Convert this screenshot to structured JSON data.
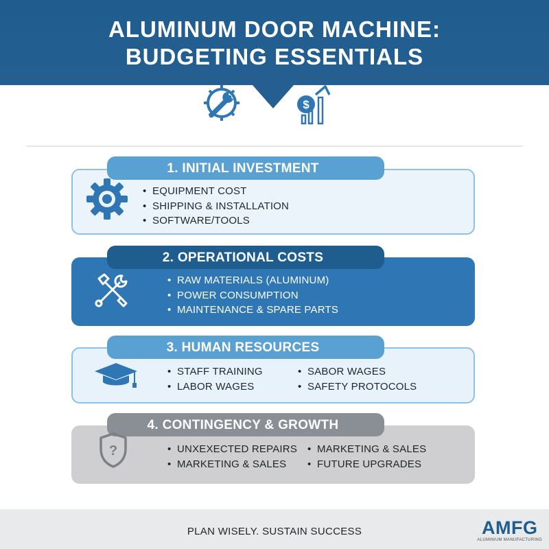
{
  "header": {
    "title_line1": "ALUMINUM DOOR MACHINE:",
    "title_line2": "BUDGETING ESSENTIALS",
    "icons": [
      "gear-wrench-icon",
      "dollar-growth-icon"
    ]
  },
  "sections": [
    {
      "title": "1. INITIAL INVESTMENT",
      "icon": "gear-icon",
      "items": [
        "EQUIPMENT COST",
        "SHIPPING & INSTALLATION",
        "SOFTWARE/TOOLS"
      ]
    },
    {
      "title": "2. OPERATIONAL COSTS",
      "icon": "tools-icon",
      "items": [
        "RAW MATERIALS (ALUMINUM)",
        "POWER CONSUMPTION",
        "MAINTENANCE & SPARE PARTS"
      ]
    },
    {
      "title": "3. HUMAN RESOURCES",
      "icon": "graduation-cap-icon",
      "items_left": [
        "STAFF TRAINING",
        "LABOR WAGES"
      ],
      "items_right": [
        "SABOR WAGES",
        "SAFETY PROTOCOLS"
      ]
    },
    {
      "title": "4. CONTINGENCY & GROWTH",
      "icon": "shield-question-icon",
      "items_left": [
        "UNXEXECTED REPAIRS",
        "MARKETING & SALES"
      ],
      "items_right": [
        "MARKETING & SALES",
        "FUTURE UPGRADES"
      ]
    }
  ],
  "footer": {
    "tagline": "PLAN WISELY. SUSTAIN SUCCESS",
    "logo_main": "AMFG",
    "logo_sub": "ALUMINIUM MANUFACTURING"
  },
  "colors": {
    "primary_dark": "#1f5d8e",
    "primary_mid": "#2f77b4",
    "primary_light": "#5aa1d3",
    "neutral": "#8a8f95"
  }
}
